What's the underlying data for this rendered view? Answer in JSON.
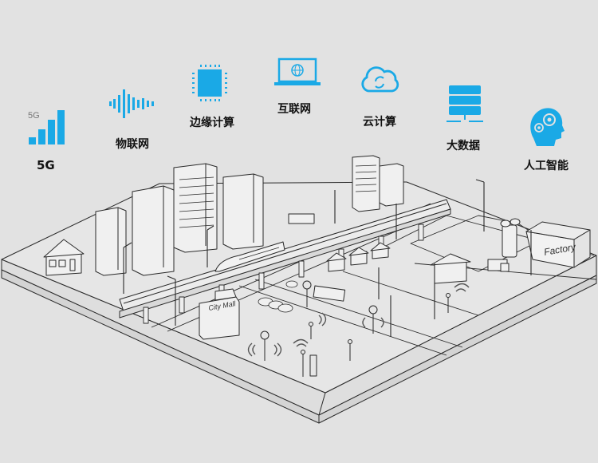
{
  "technologies": [
    {
      "id": "5g",
      "label": "5G",
      "icon": "signal-bars-icon",
      "icon_text": "5G"
    },
    {
      "id": "iot",
      "label": "物联网",
      "icon": "sound-wave-icon"
    },
    {
      "id": "edge",
      "label": "边缘计算",
      "icon": "chip-icon"
    },
    {
      "id": "internet",
      "label": "互联网",
      "icon": "laptop-globe-icon"
    },
    {
      "id": "cloud",
      "label": "云计算",
      "icon": "cloud-sync-icon"
    },
    {
      "id": "bigdata",
      "label": "大数据",
      "icon": "database-server-icon"
    },
    {
      "id": "ai",
      "label": "人工智能",
      "icon": "head-gears-icon"
    }
  ],
  "scene": {
    "signs": {
      "mall": "City Mall",
      "factory": "Factory"
    }
  },
  "colors": {
    "accent": "#1aa9e6",
    "background": "#e2e2e2",
    "line": "#2a2a2a"
  }
}
